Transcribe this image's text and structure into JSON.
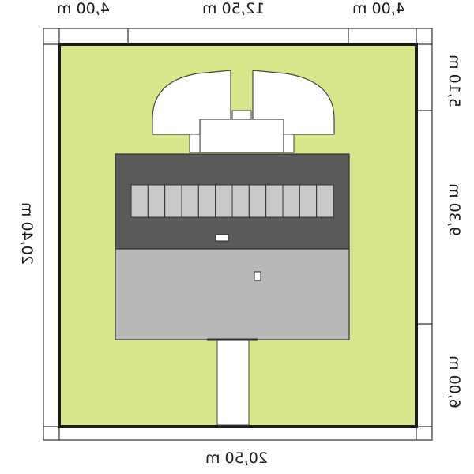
{
  "site_plan": {
    "dimensions": {
      "top_left": "4,00 m",
      "top_center": "12,50 m",
      "top_right": "4,00 m",
      "bottom": "20,50 m",
      "left": "20,40 m",
      "right_top": "5,10 m",
      "right_middle": "9,30 m",
      "right_bottom": "6,00 m"
    },
    "colors": {
      "plot": "#d7e68a",
      "plot_border": "#1c1c1c",
      "roof_dark": "#5a5a5a",
      "roof_light": "#b8b8b8",
      "solar_panel": "#c9c9c9",
      "paving": "#ffffff",
      "outline": "#333333"
    },
    "solar_panel_count": 12
  }
}
